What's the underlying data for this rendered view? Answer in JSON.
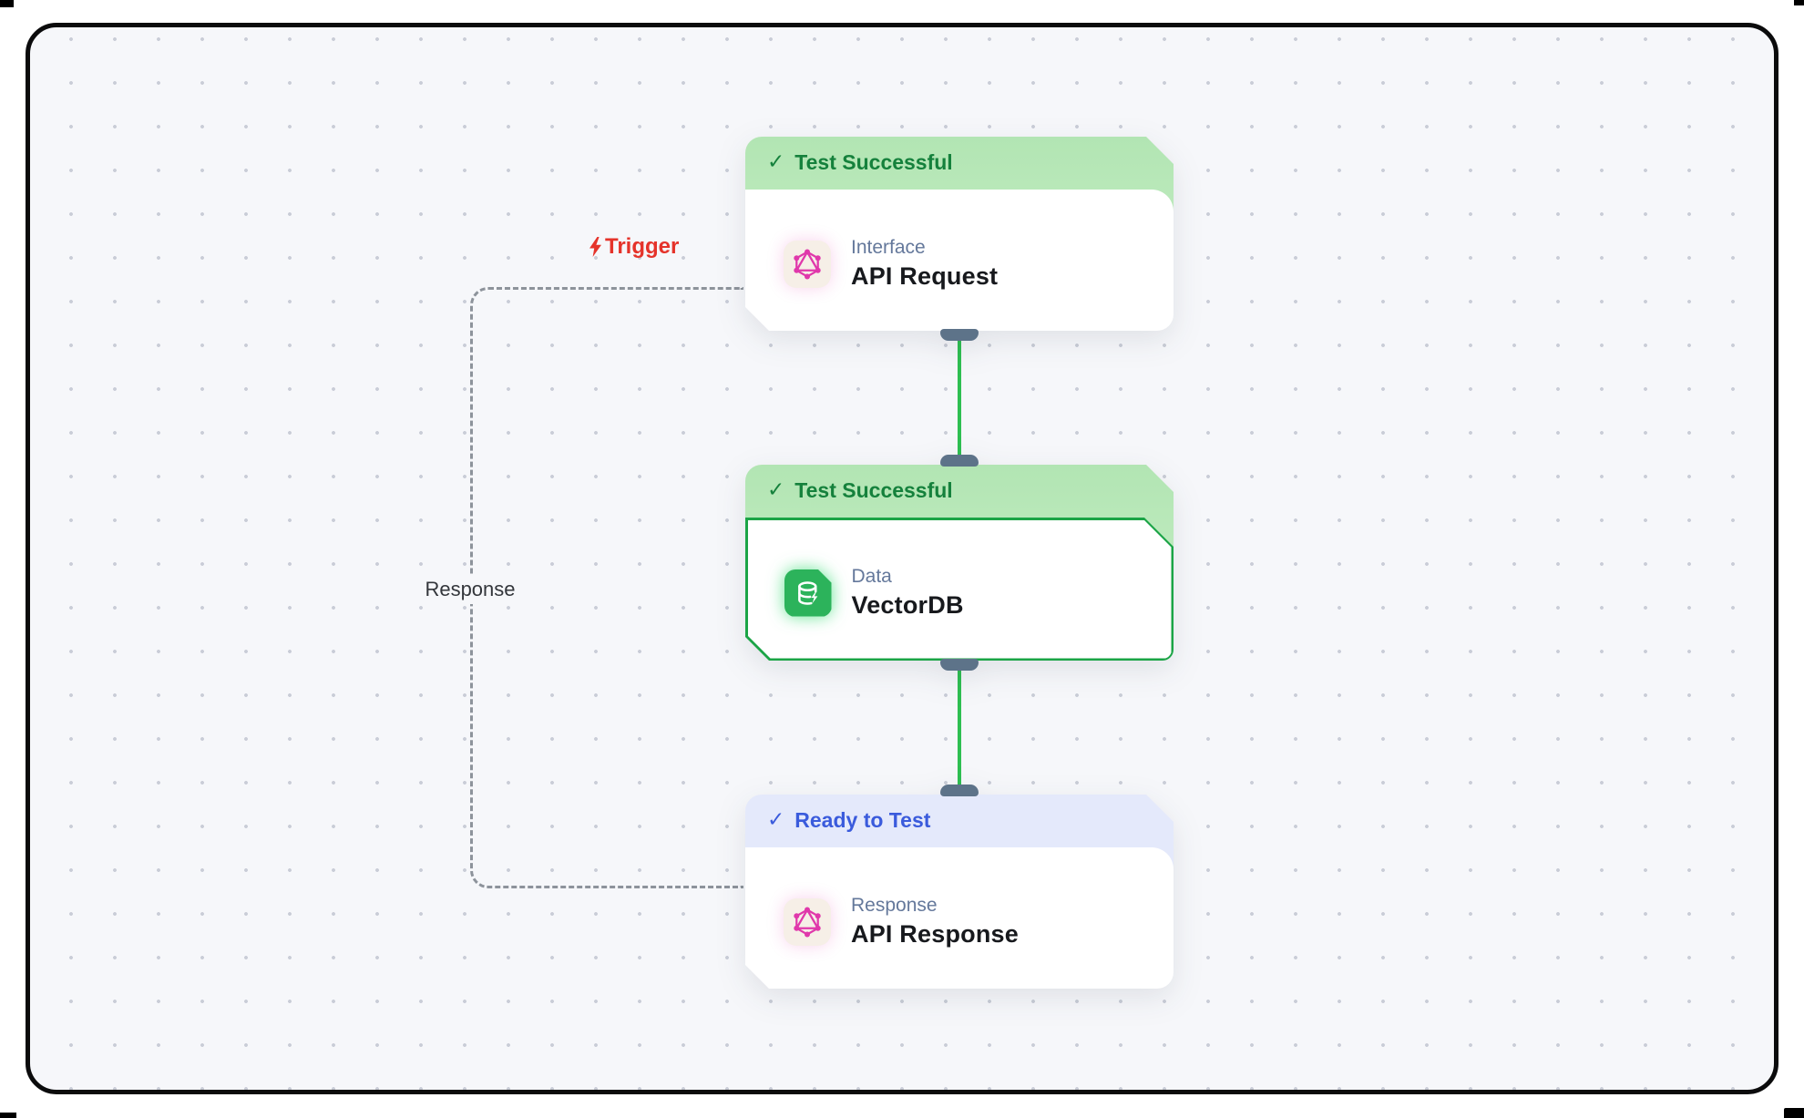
{
  "edges": {
    "trigger_label": "Trigger",
    "response_label": "Response"
  },
  "glyphs": {
    "check": "✓"
  },
  "nodes": [
    {
      "status": "Test Successful",
      "status_type": "success",
      "category": "Interface",
      "title": "API Request",
      "icon": "graphql-icon"
    },
    {
      "status": "Test Successful",
      "status_type": "success",
      "category": "Data",
      "title": "VectorDB",
      "icon": "database-icon",
      "selected": true
    },
    {
      "status": "Ready to Test",
      "status_type": "ready",
      "category": "Response",
      "title": "API Response",
      "icon": "graphql-icon"
    }
  ],
  "colors": {
    "canvas_bg": "#f6f7fa",
    "dot_grid": "#c9cdd7",
    "success_text_green": "#15813c",
    "success_header_bg": "#b5e6b6",
    "ready_text_blue": "#3a5bdc",
    "ready_header_bg": "#e4e9fb",
    "edge_green": "#2ebf51",
    "handle_slate": "#5d7389",
    "graphql_pink": "#e038ab",
    "vectordb_green": "#2cb35b",
    "selected_border_green": "#1ba446",
    "trigger_red": "#e5332a",
    "dashed_edge_gray": "#8d939b"
  }
}
